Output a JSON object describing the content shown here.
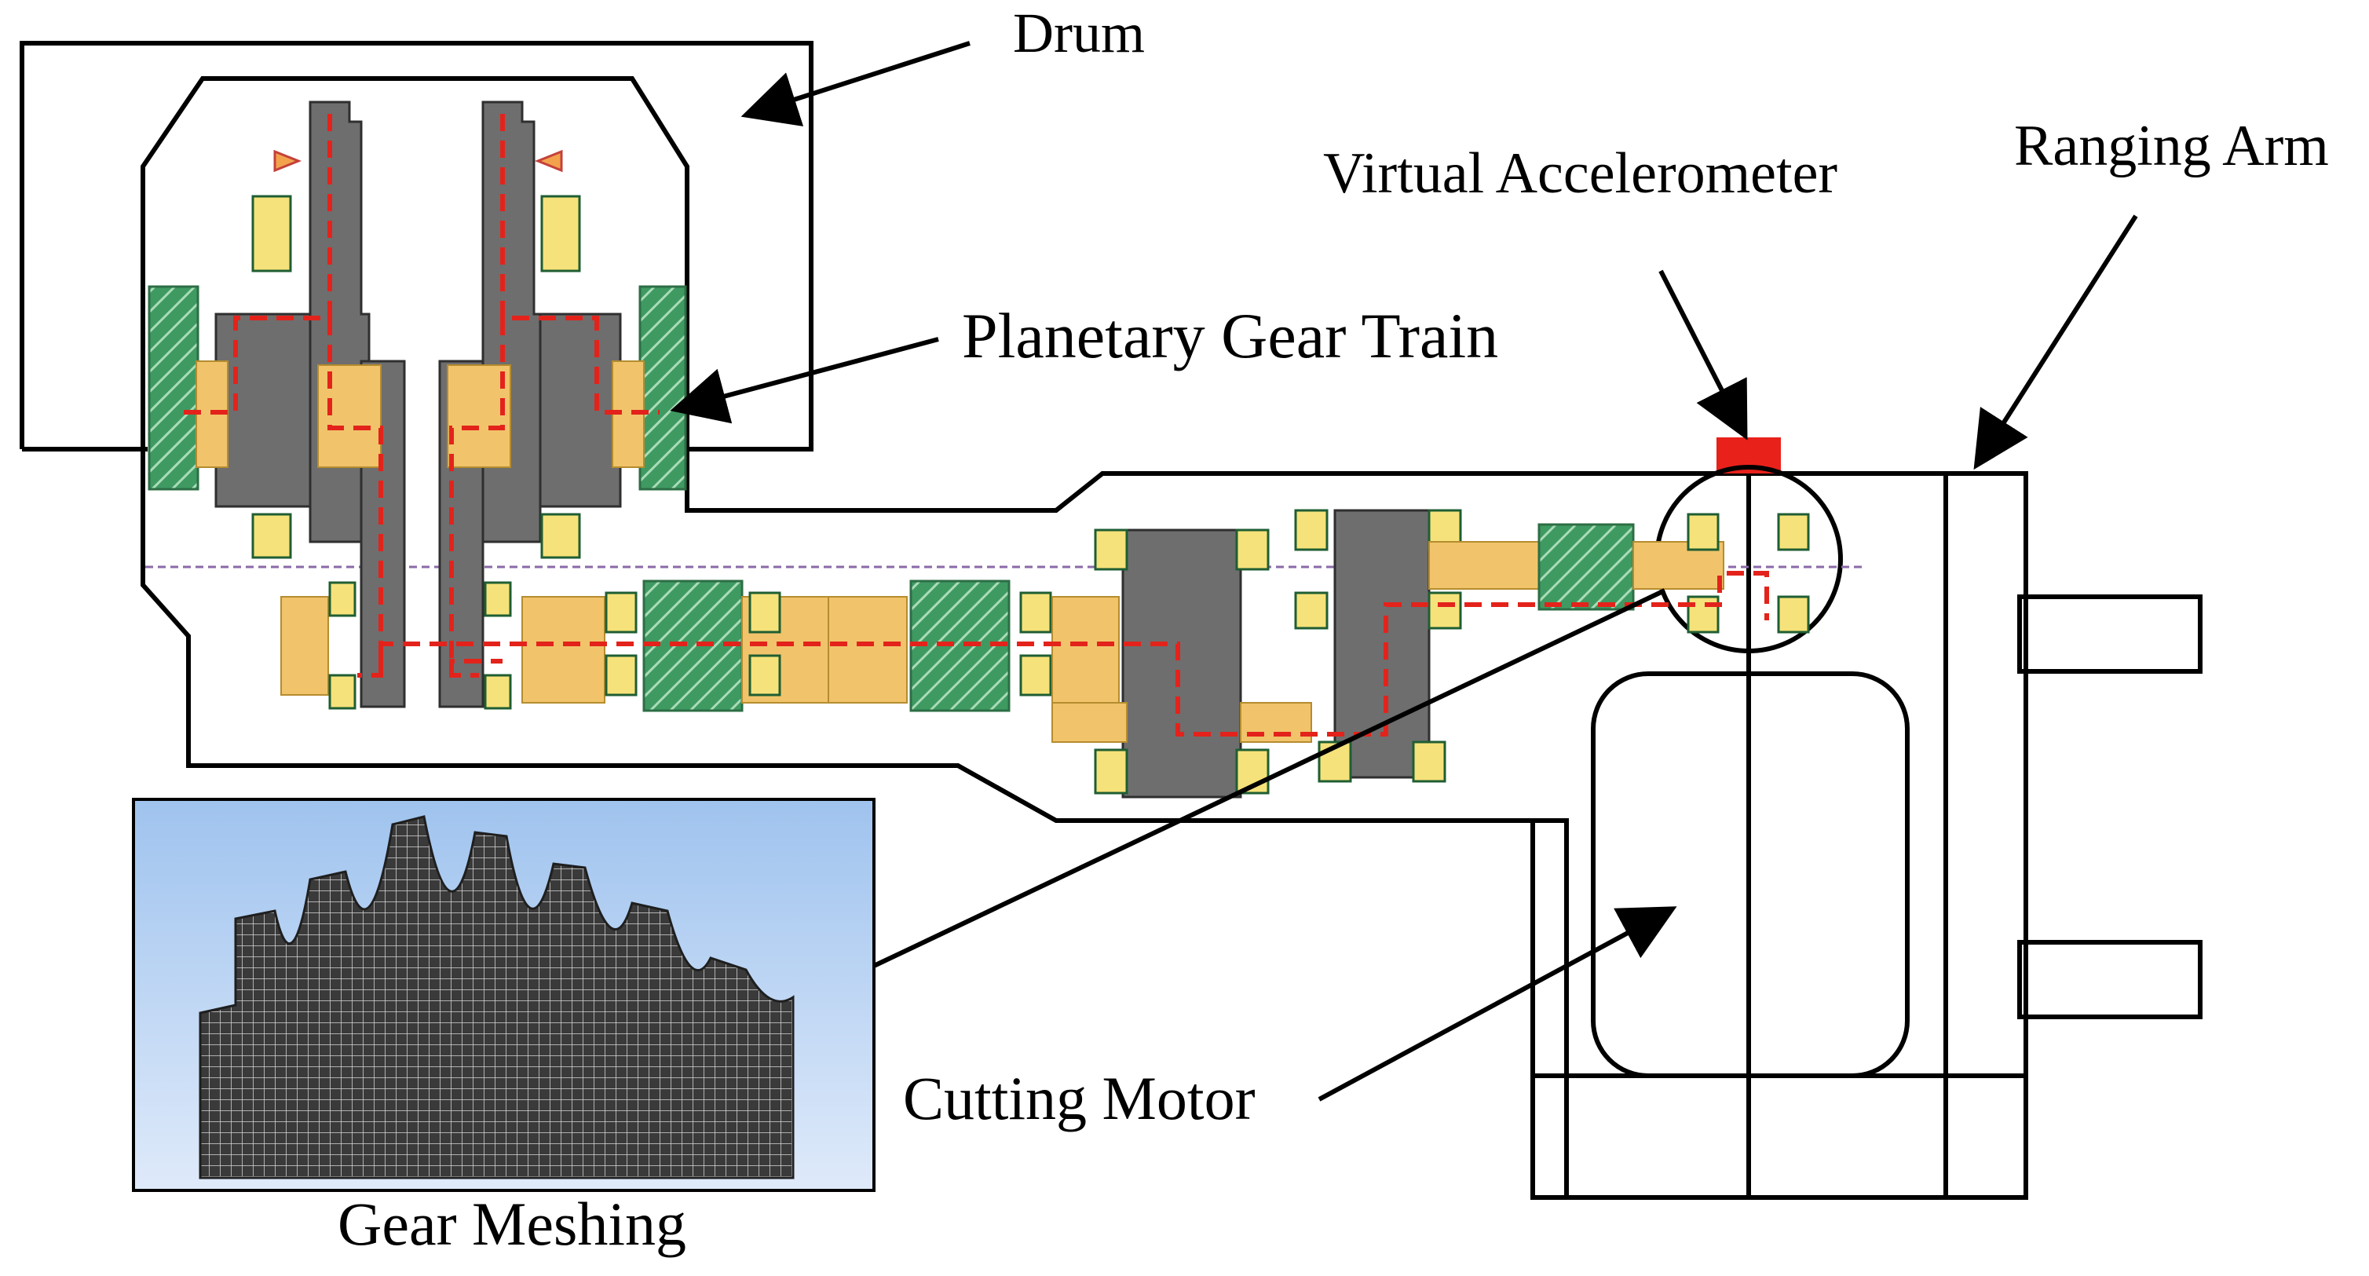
{
  "labels": {
    "drum": "Drum",
    "planetary_gear_train": "Planetary Gear Train",
    "virtual_accelerometer": "Virtual Accelerometer",
    "ranging_arm": "Ranging Arm",
    "cutting_motor": "Cutting Motor",
    "gear_meshing": "Gear Meshing"
  },
  "colors": {
    "accelerometer": "#e8211b",
    "power_flow": "#e3231b",
    "gear_hatch": "#3c9b5c",
    "housing": "#6e6e6e",
    "bearing": "#f6e27a"
  }
}
